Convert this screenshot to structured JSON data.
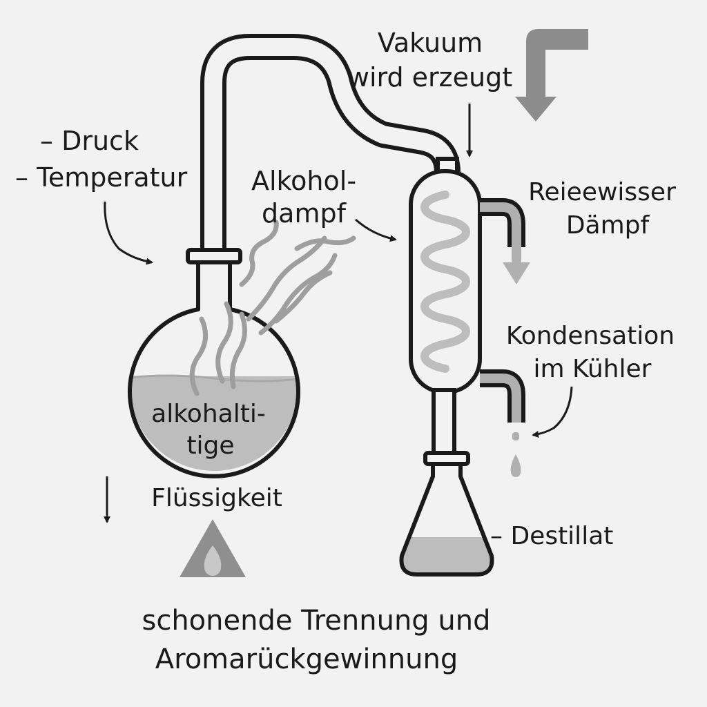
{
  "labels": {
    "vacuum_line1": "Vakuum",
    "vacuum_line2": "wird erzeugt",
    "druck": "– Druck",
    "temperatur": "– Temperatur",
    "alkohol_line1": "Alkohol-",
    "alkohol_line2": "dampf",
    "reieewisser_line1": "Reieewisser",
    "reieewisser_line2": "Dämpf",
    "kondensation_line1": "Kondensation",
    "kondensation_line2": "im Kühler",
    "liquid_line1": "alkohalti-",
    "liquid_line2": "tige",
    "liquid_line3": "Flüssigkeit",
    "destillat": "– Destillat",
    "caption_line1": "schonende Trennung und",
    "caption_line2": "Aromarückgewinnung"
  },
  "colors": {
    "background": "#f2f2f2",
    "outline": "#1a1a1a",
    "liquid": "#bdbdbd",
    "vapor": "#9e9e9e",
    "arrow_gray": "#8c8c8c",
    "flame_outer": "#8f8f8f",
    "flame_inner": "#c8c8c8"
  },
  "icons": {
    "heat_source": "flame-icon",
    "drop": "drop-icon"
  }
}
